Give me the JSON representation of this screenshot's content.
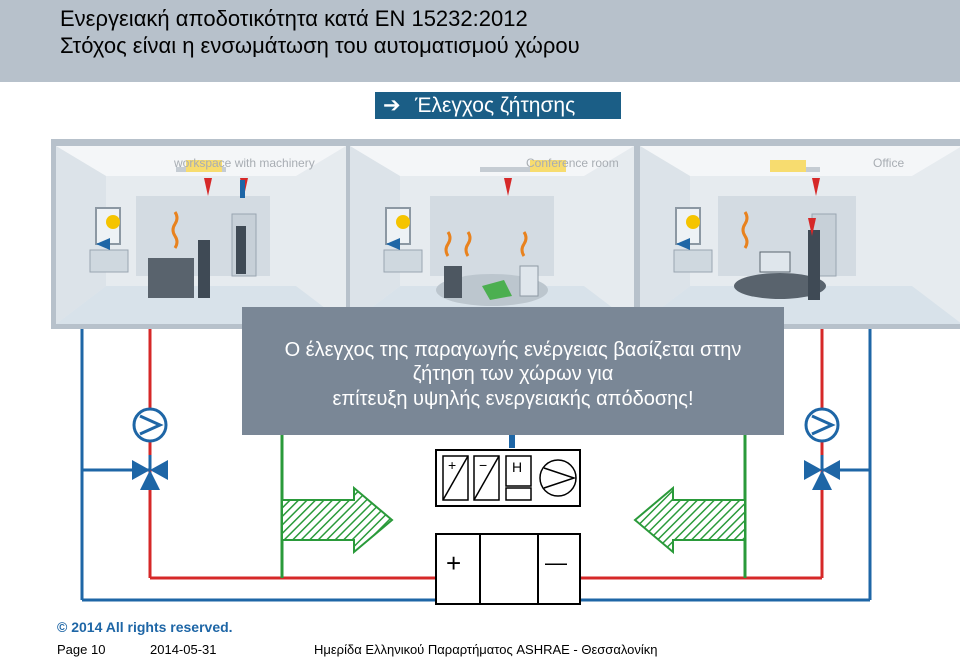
{
  "header": {
    "title_line1": "Ενεργειακή αποδοτικότητα κατά EN 15232:2012",
    "title_line2": "Στόχος είναι η ενσωμάτωση του αυτοματισμού χώρου",
    "bg_color": "#b7c1cb"
  },
  "demand_box": {
    "arrow_icon": "right-arrow-icon",
    "label": "Έλεγχος ζήτησης",
    "color": "#1b5e86"
  },
  "rooms": [
    {
      "label": "workspace with machinery"
    },
    {
      "label": "Conference room"
    },
    {
      "label": "Office"
    }
  ],
  "overlay": {
    "line1": "Ο έλεγχος της παραγωγής ενέργειας βασίζεται στην",
    "line2": "ζήτηση των χώρων για",
    "line3": "επίτευξη υψηλής ενεργειακής απόδοσης!",
    "color": "#7a8796"
  },
  "ahu": {
    "heater_symbol": "H",
    "plus": "+",
    "minus": "−"
  },
  "plant": {
    "plus": "+",
    "minus": "—"
  },
  "footer": {
    "copyright": "© 2014 All rights reserved.",
    "page": "Page 10",
    "date": "2014-05-31",
    "event": "Ημερίδα Ελληνικού Παραρτήματος ASHRAE - Θεσσαλονίκη"
  },
  "colors": {
    "supply_red": "#d62828",
    "return_blue": "#1e66a6",
    "air_green": "#2a9a3a"
  }
}
